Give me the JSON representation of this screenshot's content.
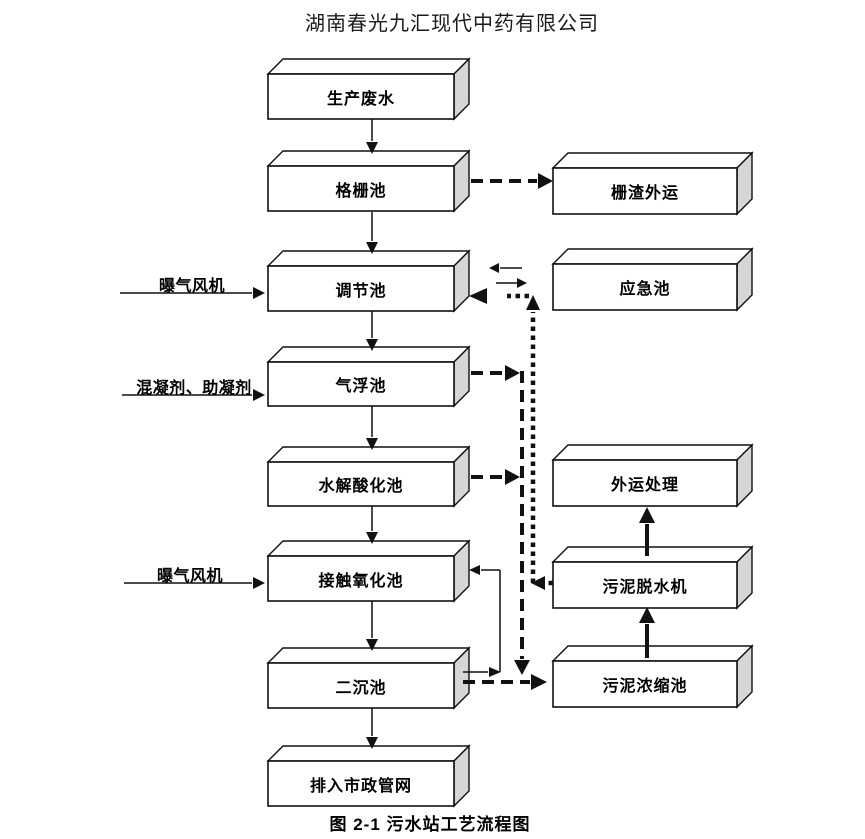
{
  "document": {
    "title": "湖南春光九汇现代中药有限公司",
    "caption": "图 2-1 污水站工艺流程图"
  },
  "nodes": {
    "production": "生产废水",
    "grid": "格栅池",
    "regulating": "调节池",
    "flotation": "气浮池",
    "hydrolysis": "水解酸化池",
    "contact": "接触氧化池",
    "secondary": "二沉池",
    "discharge": "排入市政管网",
    "screenings": "栅渣外运",
    "emergency": "应急池",
    "external": "外运处理",
    "dewatering": "污泥脱水机",
    "thickening": "污泥浓缩池"
  },
  "inputs": {
    "blower_top": "曝气风机",
    "coagulant": "混凝剂、助凝剂",
    "blower_bottom": "曝气风机"
  },
  "colors": {
    "line": "#111111",
    "box_face": "#ffffff",
    "box_side": "#d6d6d6",
    "background": "#ffffff"
  }
}
